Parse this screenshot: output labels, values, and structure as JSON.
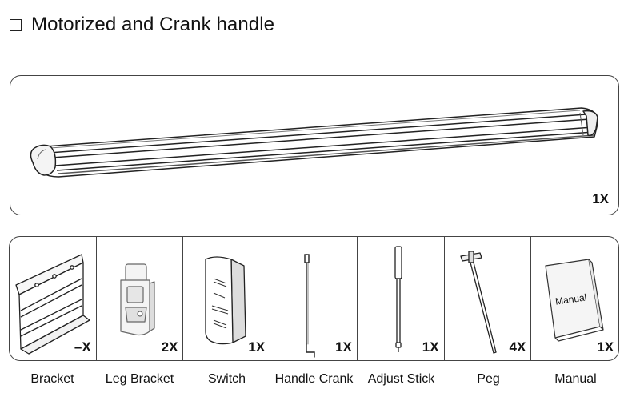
{
  "header": {
    "title": "Motorized and Crank handle"
  },
  "main": {
    "item_icon": "awning-cassette-icon",
    "quantity": "1X"
  },
  "parts": [
    {
      "label": "Bracket",
      "quantity": "–X",
      "icon": "bracket-icon"
    },
    {
      "label": "Leg Bracket",
      "quantity": "2X",
      "icon": "leg-bracket-icon"
    },
    {
      "label": "Switch",
      "quantity": "1X",
      "icon": "switch-icon"
    },
    {
      "label": "Handle Crank",
      "quantity": "1X",
      "icon": "handle-crank-icon"
    },
    {
      "label": "Adjust Stick",
      "quantity": "1X",
      "icon": "adjust-stick-icon"
    },
    {
      "label": "Peg",
      "quantity": "4X",
      "icon": "peg-icon"
    },
    {
      "label": "Manual",
      "quantity": "1X",
      "icon": "manual-icon",
      "cover_text": "Manual"
    }
  ]
}
